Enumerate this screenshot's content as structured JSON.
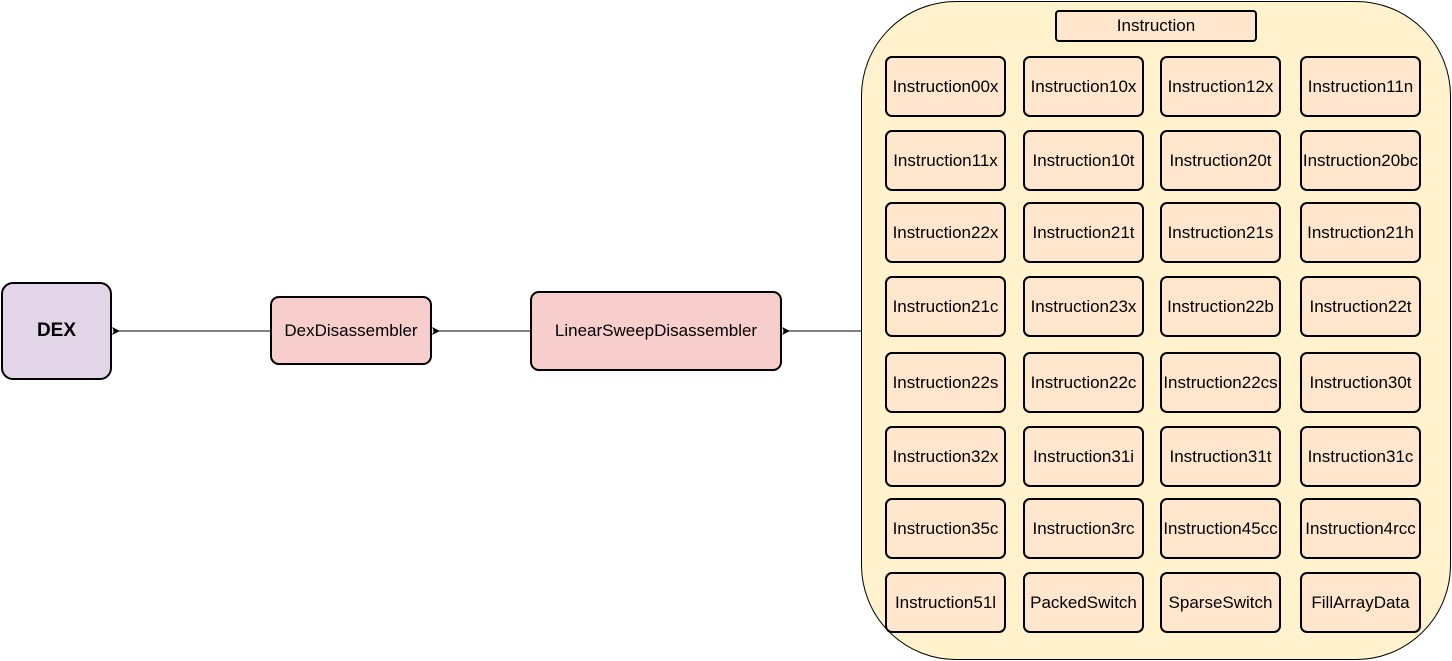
{
  "nodes": {
    "dex": "DEX",
    "dex_disassembler": "DexDisassembler",
    "linear_sweep_disassembler": "LinearSweepDisassembler"
  },
  "instruction_group": {
    "title": "Instruction",
    "rows": [
      [
        "Instruction00x",
        "Instruction10x",
        "Instruction12x",
        "Instruction11n"
      ],
      [
        "Instruction11x",
        "Instruction10t",
        "Instruction20t",
        "Instruction20bc"
      ],
      [
        "Instruction22x",
        "Instruction21t",
        "Instruction21s",
        "Instruction21h"
      ],
      [
        "Instruction21c",
        "Instruction23x",
        "Instruction22b",
        "Instruction22t"
      ],
      [
        "Instruction22s",
        "Instruction22c",
        "Instruction22cs",
        "Instruction30t"
      ],
      [
        "Instruction32x",
        "Instruction31i",
        "Instruction31t",
        "Instruction31c"
      ],
      [
        "Instruction35c",
        "Instruction3rc",
        "Instruction45cc",
        "Instruction4rcc"
      ],
      [
        "Instruction51l",
        "PackedSwitch",
        "SparseSwitch",
        "FillArrayData"
      ]
    ]
  },
  "colors": {
    "dex_fill": "#e1d5e7",
    "disassembler_fill": "#f8cecc",
    "container_fill": "#fff2cc",
    "instruction_fill": "#ffe6cc"
  }
}
